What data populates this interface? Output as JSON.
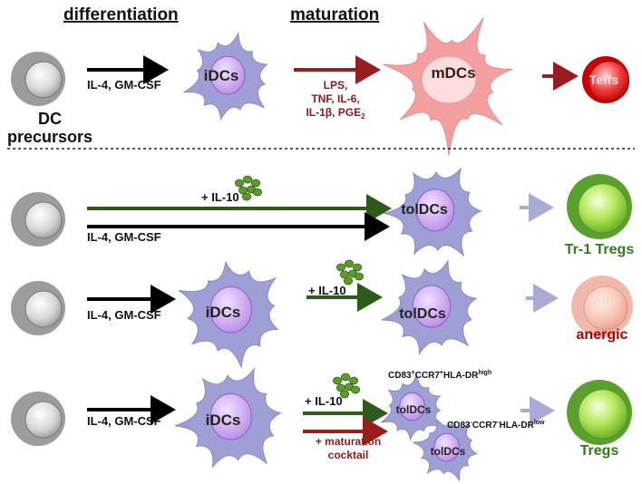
{
  "headers": {
    "differentiation": "differentiation",
    "maturation": "maturation"
  },
  "labels": {
    "dc_precursors_1": "DC",
    "dc_precursors_2": "precursors",
    "cytokines": "IL-4, GM-CSF",
    "idcs": "iDCs",
    "mdcs": "mDCs",
    "teffs": "Teffs",
    "tolidcs": "tolDCs",
    "il10": "+ IL-10",
    "maturation_stimuli_1": "LPS,",
    "maturation_stimuli_2": "TNF, IL-6,",
    "maturation_stimuli_3_main": "IL-1β, PGE",
    "maturation_stimuli_3_sub": "2",
    "tr1_tregs": "Tr-1 Tregs",
    "anergic": "anergic",
    "tregs": "Tregs",
    "maturation_cocktail_1": "+ maturation",
    "maturation_cocktail_2": "cocktail",
    "marker_high_a": "CD83",
    "marker_high_a_sup": "+",
    "marker_high_b": "CCR7",
    "marker_high_b_sup": "+",
    "marker_high_c": "HLA-DR",
    "marker_high_c_sup": "high",
    "marker_low_a": "CD83",
    "marker_low_a_sup": "-",
    "marker_low_b": "CCR7",
    "marker_low_b_sup": "-",
    "marker_low_c": "HLA-DR",
    "marker_low_c_sup": "low"
  },
  "colors": {
    "dc_body": "#9e9fd4",
    "nucleus": "#c99be8",
    "mdc_body": "#f5a0a0",
    "treg_green": "#5aa02c",
    "teff_red": "#e01a1a",
    "dark_green_arrow": "#2e5a1c",
    "dark_red_arrow": "#9b1c1c",
    "light_arrow": "#a9aad6",
    "black_arrow": "#000000"
  }
}
